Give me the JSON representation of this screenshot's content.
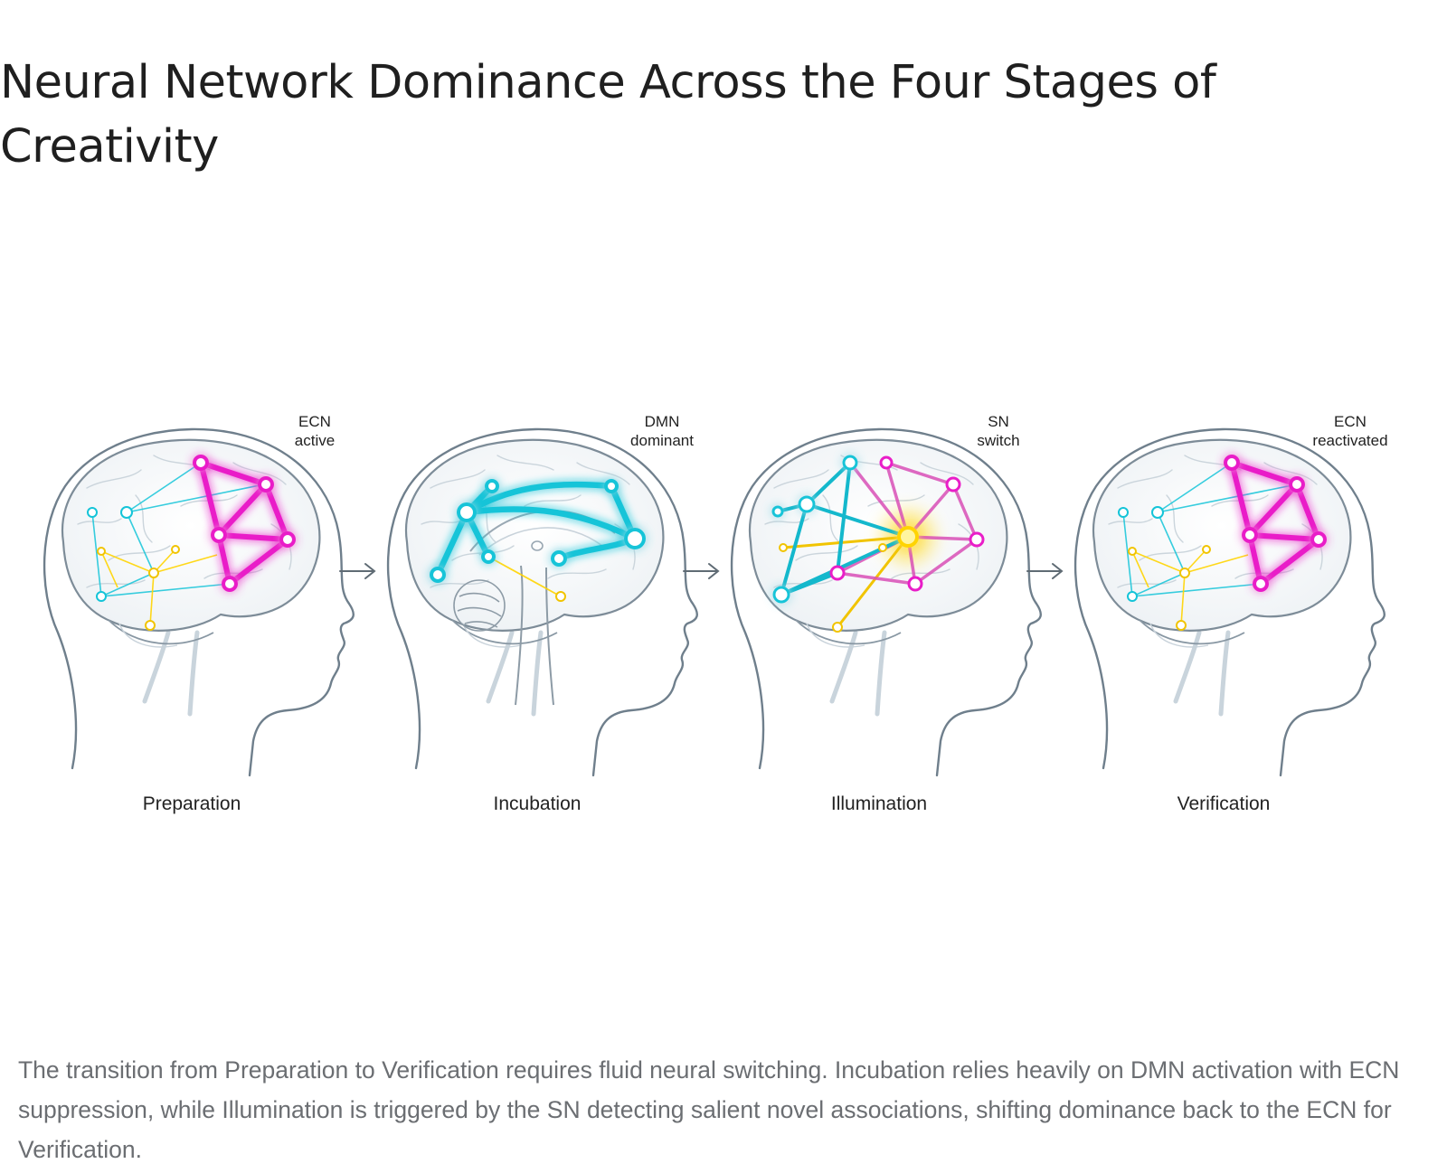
{
  "page": {
    "title": "Neural Network Dominance Across the Four Stages of Creativity",
    "caption": "The transition from Preparation to Verification requires fluid neural switching. Incubation relies heavily on DMN activation with ECN suppression, while Illumination is triggered by the SN detecting salient novel associations, shifting dominance back to the ECN for Verification."
  },
  "colors": {
    "ecn": "#e91ec8",
    "dmn": "#14c4d8",
    "sn": "#ffd400",
    "outline": "#6f7f8c",
    "arrow": "#5f6b74"
  },
  "stages": [
    {
      "name": "Preparation",
      "tag_line1": "ECN",
      "tag_line2": "active",
      "dominant": "ecn"
    },
    {
      "name": "Incubation",
      "tag_line1": "DMN",
      "tag_line2": "dominant",
      "dominant": "dmn"
    },
    {
      "name": "Illumination",
      "tag_line1": "SN",
      "tag_line2": "switch",
      "dominant": "sn"
    },
    {
      "name": "Verification",
      "tag_line1": "ECN",
      "tag_line2": "reactivated",
      "dominant": "ecn"
    }
  ]
}
